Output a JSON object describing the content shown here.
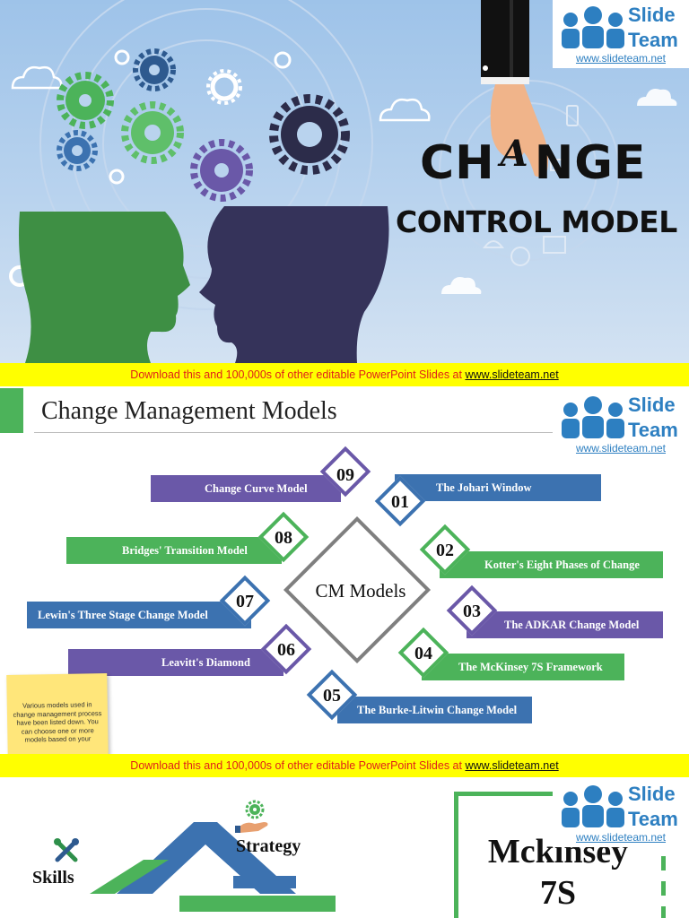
{
  "slide1": {
    "title_part1": "CH",
    "title_a": "A",
    "title_part2": "NGE",
    "subtitle": "CONTROL MODEL"
  },
  "logo": {
    "slide": "Slide",
    "team": "Team",
    "url": "www.slideteam.net"
  },
  "banner": {
    "text": "Download this and 100,000s of other editable PowerPoint Slides at ",
    "link": "www.slideteam.net"
  },
  "slide2": {
    "title": "Change Management Models",
    "center": "CM Models",
    "models": [
      {
        "num": "01",
        "label": "The Johari Window"
      },
      {
        "num": "02",
        "label": "Kotter's Eight Phases of Change"
      },
      {
        "num": "03",
        "label": "The ADKAR Change Model"
      },
      {
        "num": "04",
        "label": "The McKinsey 7S Framework"
      },
      {
        "num": "05",
        "label": "The Burke-Litwin Change Model"
      },
      {
        "num": "06",
        "label": "Leavitt's Diamond"
      },
      {
        "num": "07",
        "label": "Lewin's Three Stage Change Model"
      },
      {
        "num": "08",
        "label": "Bridges' Transition Model"
      },
      {
        "num": "09",
        "label": "Change Curve Model"
      }
    ],
    "note": "Various models used in change management process have been listed down. You can choose one or more models based on your"
  },
  "slide3": {
    "strategy": "Strategy",
    "skills": "Skills",
    "title_line1": "Mckinsey",
    "title_line2": "7S"
  },
  "colors": {
    "purple": "#6a58a8",
    "green": "#4cb35a",
    "blue": "#3c72b0",
    "banner": "#ffff00",
    "banner_text": "#e0201a"
  }
}
